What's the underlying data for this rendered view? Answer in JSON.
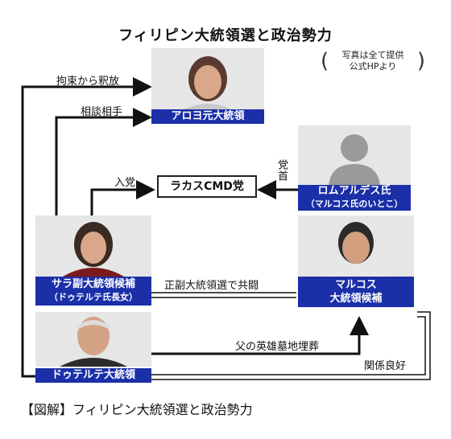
{
  "title": "フィリピン大統領選と政治勢力",
  "note": {
    "line1": "写真は全て提供",
    "line2": "公式HPより"
  },
  "nodes": {
    "arroyo": "アロヨ元大統領",
    "party": "ラカスCMD党",
    "romualdez_line1": "ロムアルデス氏",
    "romualdez_line2": "（マルコス氏のいとこ）",
    "sara_line1": "サラ副大統領候補",
    "sara_line2": "（ドゥテルテ氏長女）",
    "marcos_line1": "マルコス",
    "marcos_line2": "大統領候補",
    "duterte": "ドゥテルテ大統領"
  },
  "relations": {
    "release": "拘束から釈放",
    "advisor": "相談相手",
    "join": "入党",
    "leader": "党首",
    "joint": "正副大統領選で共闘",
    "burial": "父の英雄墓地埋葬",
    "good": "関係良好"
  },
  "footer": "【図解】フィリピン大統領選と政治勢力"
}
